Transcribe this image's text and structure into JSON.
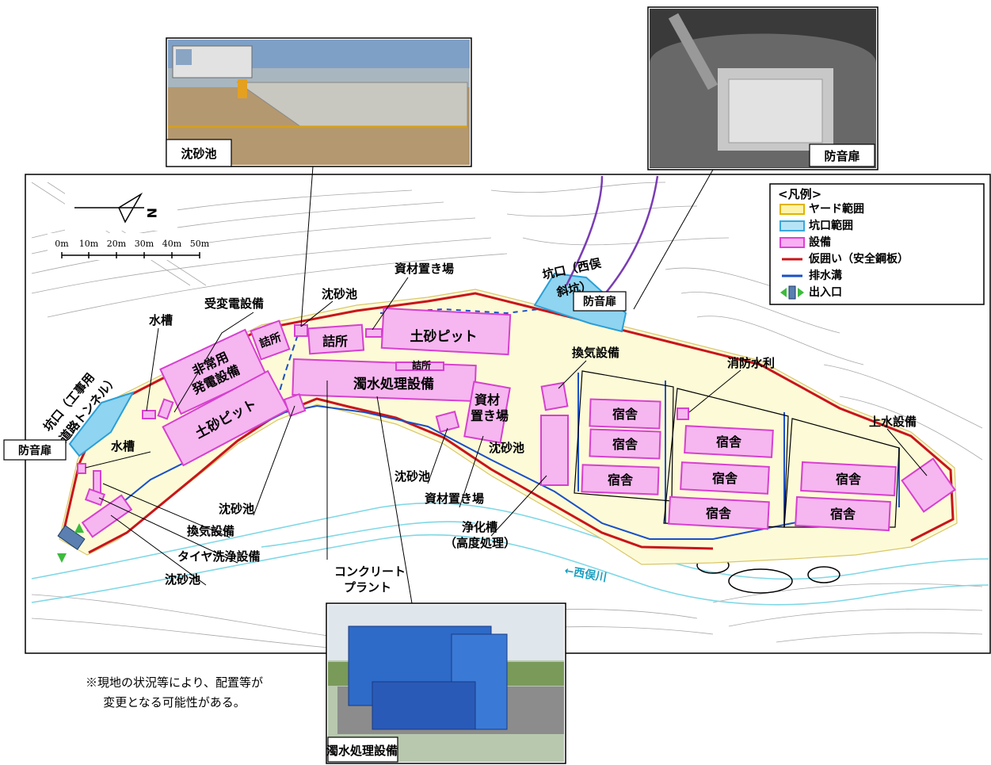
{
  "labels": {
    "chinsachi": "沈砂池",
    "bouonbi": "防音扉",
    "dakusui": "濁水処理設備",
    "shizaiokiba": "資材置き場",
    "juhenden": "受変電設備",
    "suiso": "水槽",
    "hijouyou_1": "非常用",
    "hijouyou_2": "発電設備",
    "tsumesho": "詰所",
    "dosha_pit": "土砂ピット",
    "kanki": "換気設備",
    "shuku": "宿舎",
    "shobo": "消防水利",
    "jousui": "上水設備",
    "shizai_1": "資材",
    "shizai_2": "置き場",
    "koukou_tunnel_1": "坑口（工事用",
    "koukou_tunnel_2": "道路トンネル）",
    "koukou_shako_1": "坑口（西俣",
    "koukou_shako_2": "斜坑）",
    "taiya": "タイヤ洗浄設備",
    "joukaso_1": "浄化槽",
    "joukaso_2": "（高度処理）",
    "concrete_1": "コンクリート",
    "concrete_2": "プラント",
    "river": "←西俣川"
  },
  "legend": {
    "title": "<凡例>",
    "items": [
      {
        "label": "ヤード範囲",
        "color": "#fff3a8",
        "stroke": "#e0b400",
        "symbol": "box"
      },
      {
        "label": "坑口範囲",
        "color": "#b6e4f6",
        "stroke": "#3aa8dc",
        "symbol": "box"
      },
      {
        "label": "設備",
        "color": "#f8b0f3",
        "stroke": "#e040d8",
        "symbol": "box"
      },
      {
        "label": "仮囲い（安全鋼板）",
        "color": "#c8151b",
        "symbol": "line"
      },
      {
        "label": "排水溝",
        "color": "#1a4fc8",
        "symbol": "line"
      },
      {
        "label": "出入口",
        "color": "#3dbb3d",
        "symbol": "gate"
      }
    ]
  },
  "compass": {
    "north": "N"
  },
  "scale": {
    "ticks": [
      "0m",
      "10m",
      "20m",
      "30m",
      "40m",
      "50m"
    ]
  },
  "note": {
    "line1": "※現地の状況等により、配置等が",
    "line2": "変更となる可能性がある。"
  },
  "colors": {
    "yard": "#fdfbd7",
    "fence": "#c8151b",
    "drain": "#1a4fc8",
    "facility_fill": "#f6b6f0",
    "facility_stroke": "#d640cf",
    "portal_fill": "#8fd4f0",
    "portal_stroke": "#2a9fd6",
    "river": "#7fd8e6",
    "contour": "#9a9a9a",
    "gate": "#3dbb3d",
    "tunnel_path": "#7a3cb4"
  }
}
